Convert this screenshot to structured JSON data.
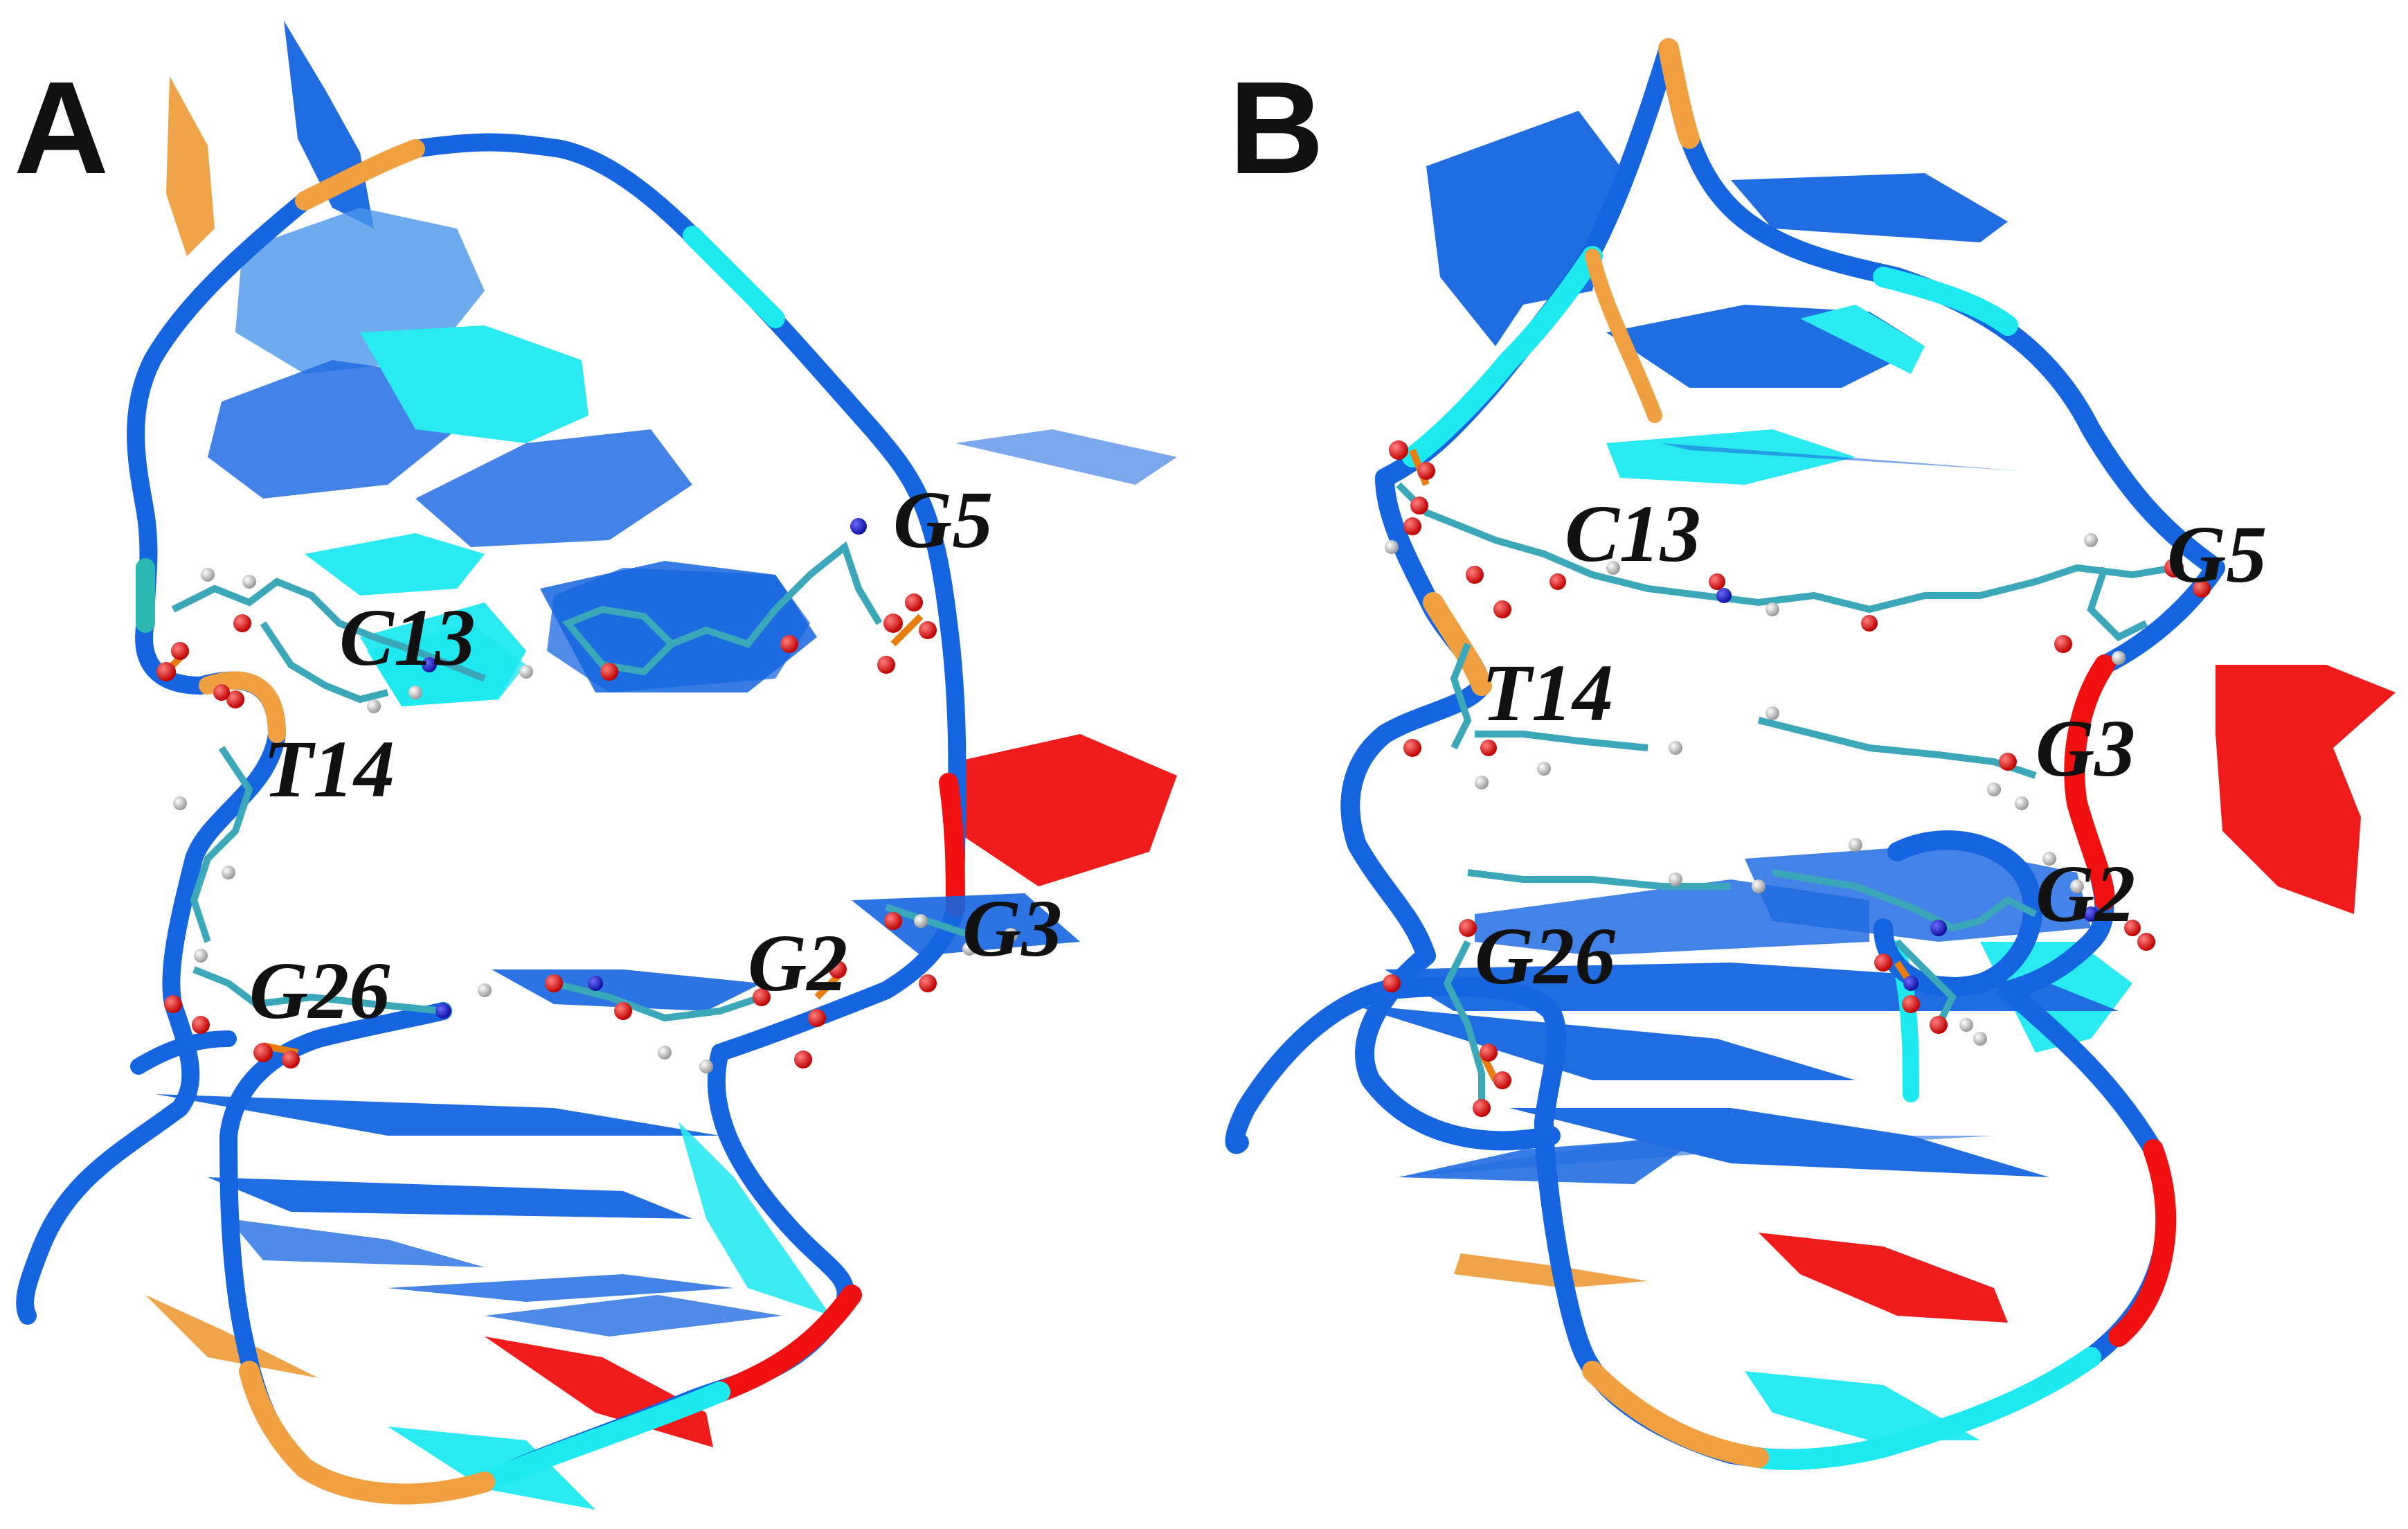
{
  "colors": {
    "blue": "#1565e0",
    "cyan": "#1de9f0",
    "red": "#f01010",
    "orange": "#f0a040",
    "carbon": "#3aa8b8",
    "oxygen": "#e81818",
    "phosphorus": "#e87e10",
    "hydrogen": "#e8e8e8"
  },
  "panels": [
    {
      "letter": "A",
      "residues": [
        "G5",
        "C13",
        "T14",
        "G26",
        "G2",
        "G3"
      ]
    },
    {
      "letter": "B",
      "residues": [
        "C13",
        "G5",
        "T14",
        "G3",
        "G2",
        "G26"
      ]
    }
  ]
}
